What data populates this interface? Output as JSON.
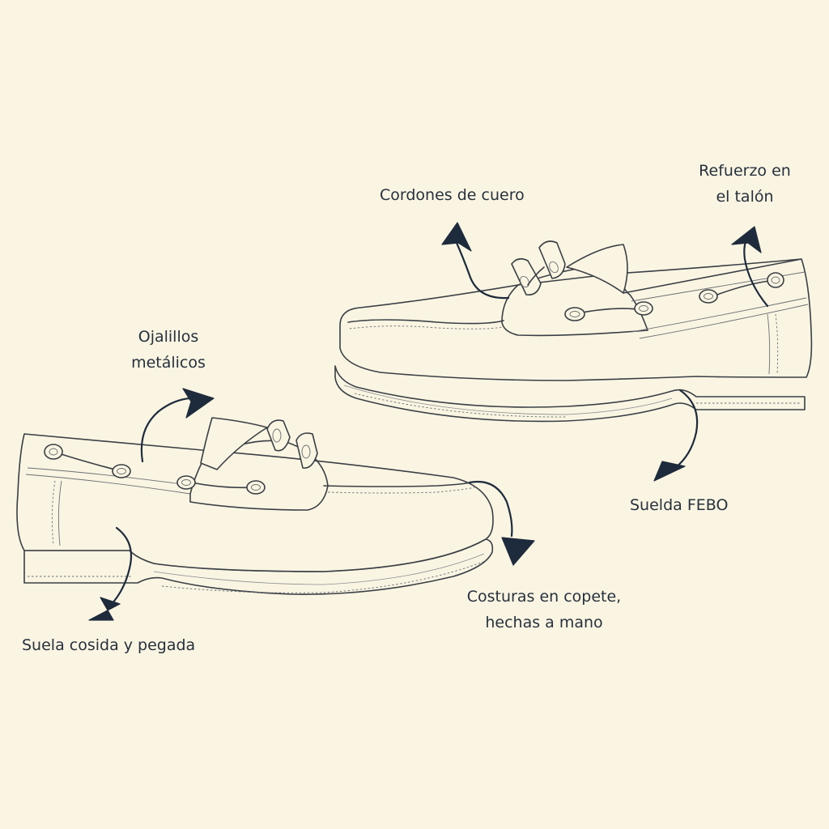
{
  "background_color": "#faf5e3",
  "text_color": "#27313d",
  "arrow_color": "#1e2b3c",
  "labels": {
    "cordones": "Cordones de cuero",
    "refuerzo_line1": "Refuerzo en",
    "refuerzo_line2": "el talón",
    "ojalillos_line1": "Ojalillos",
    "ojalillos_line2": "metálicos",
    "suelda": "Suelda FEBO",
    "costuras_line1": "Costuras en copete,",
    "costuras_line2": "hechas a mano",
    "suela": "Suela cosida y pegada"
  }
}
